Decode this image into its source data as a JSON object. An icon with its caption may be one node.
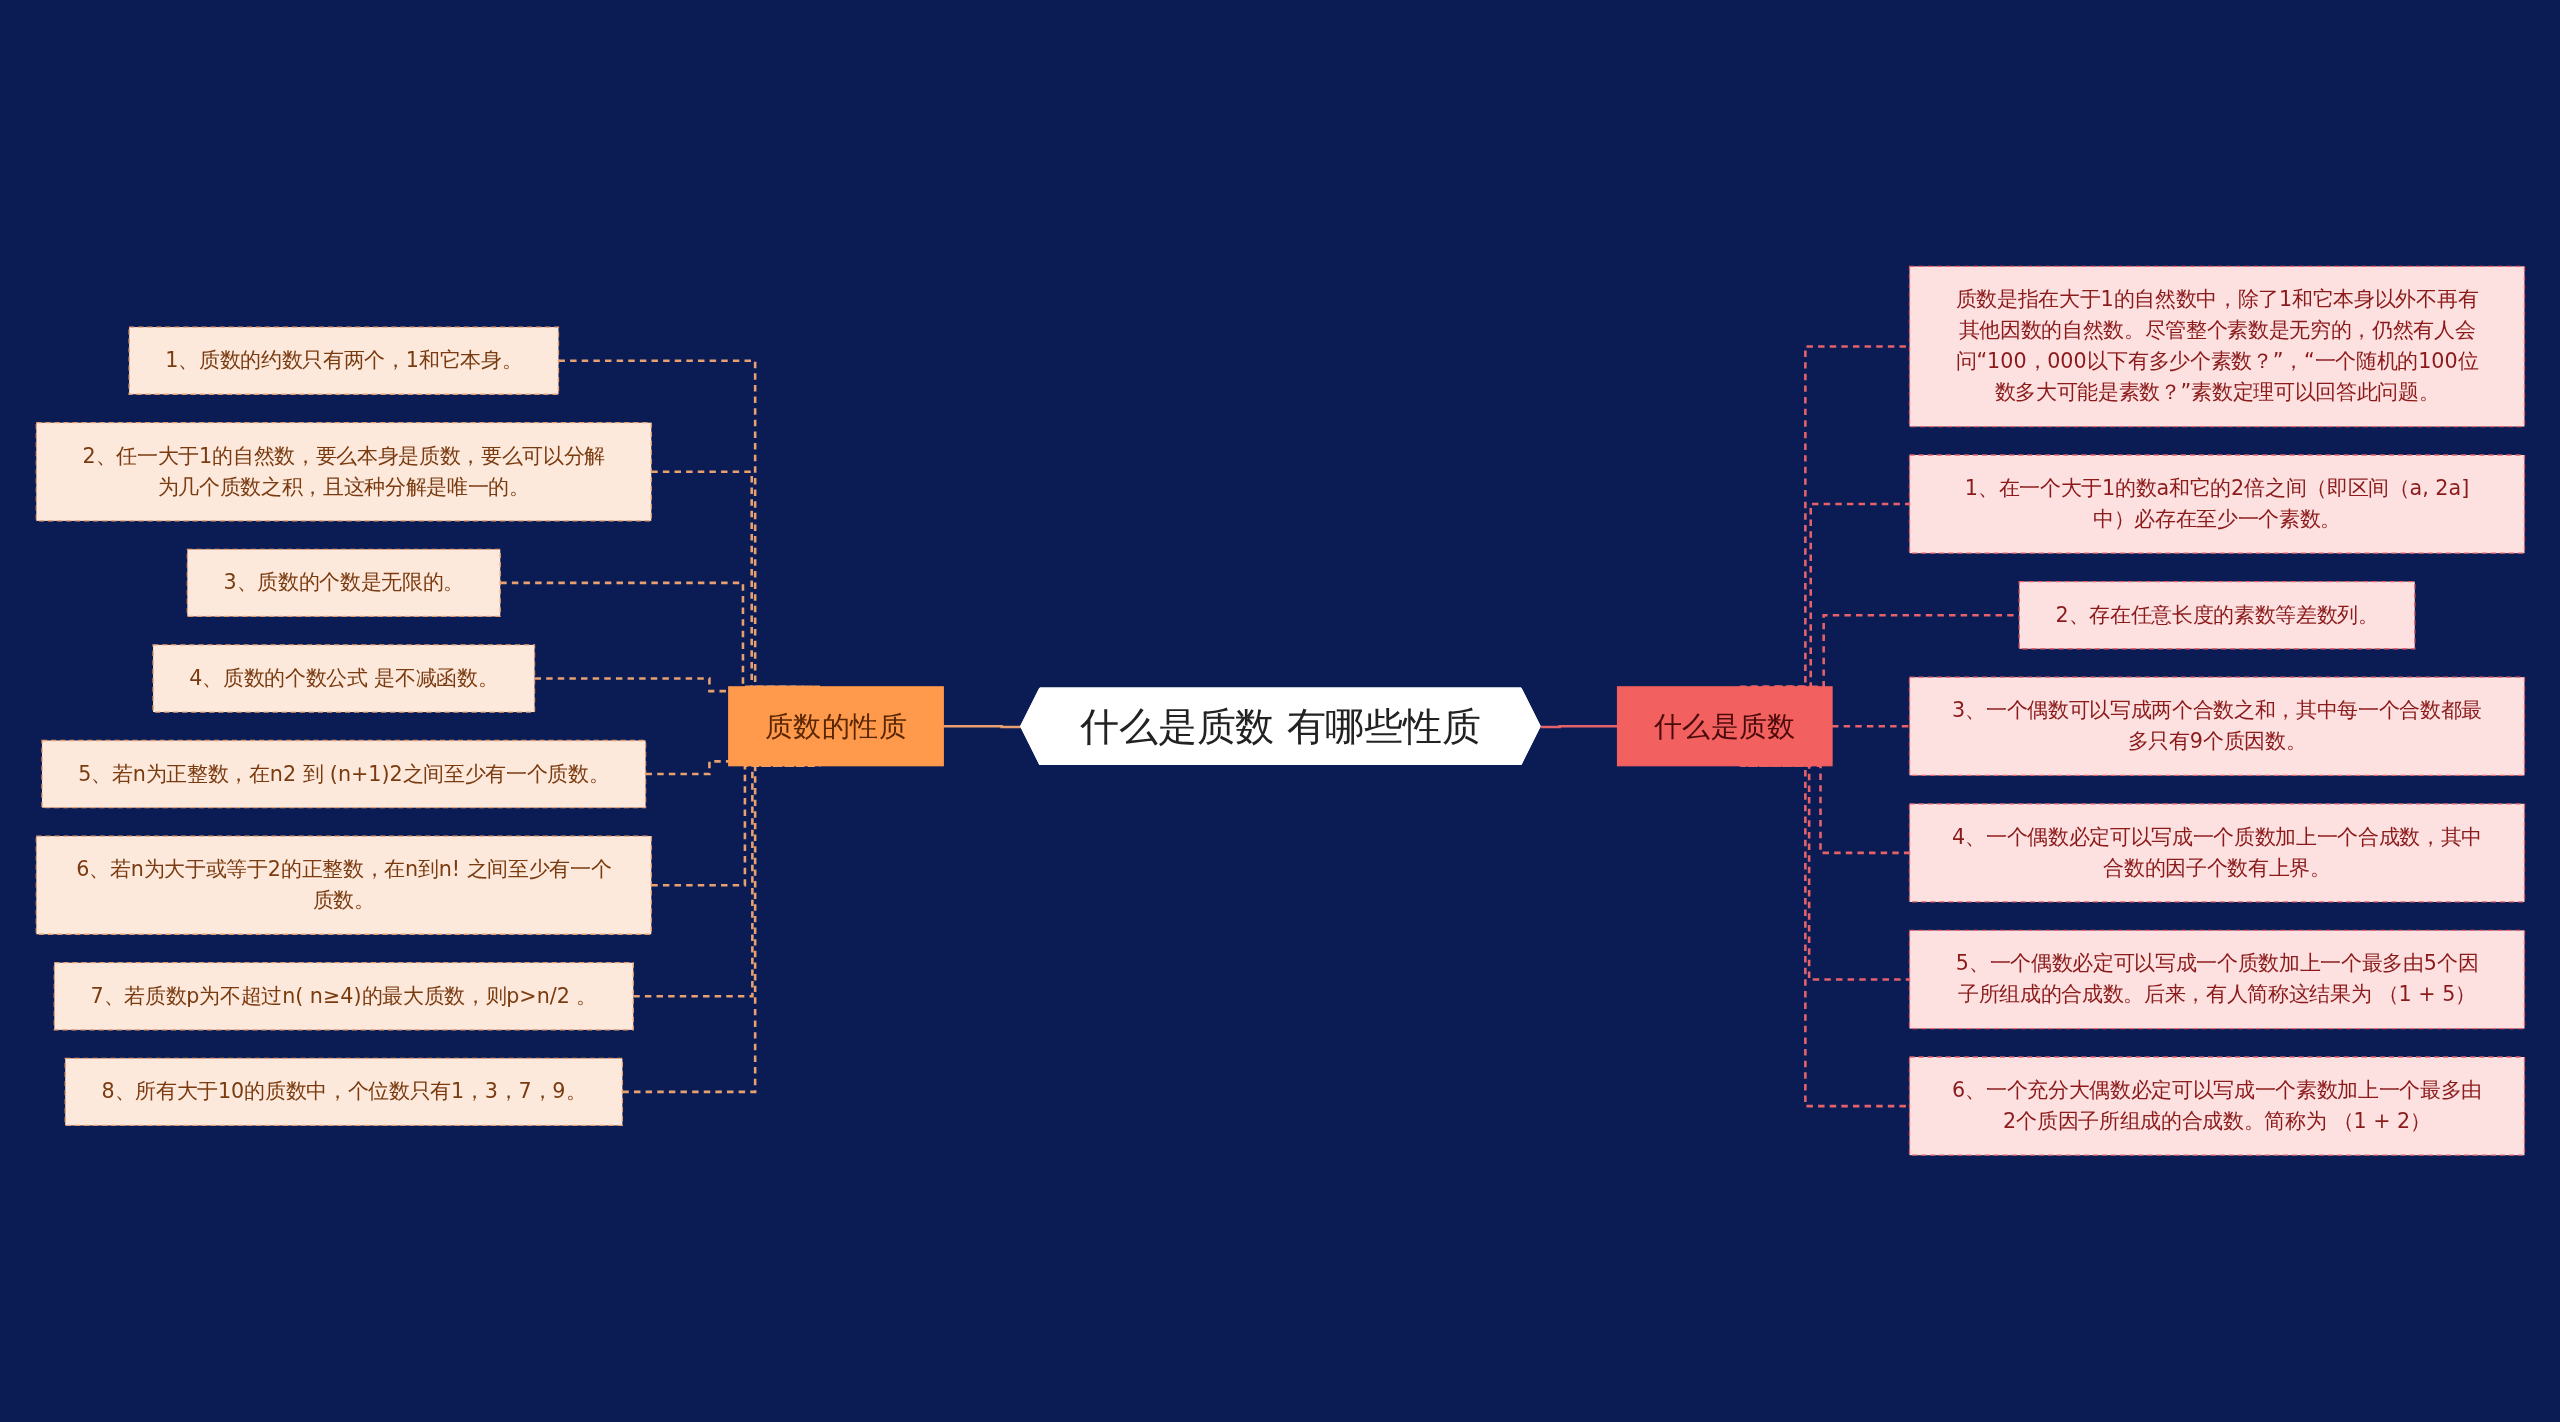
{
  "diagram": {
    "nodes": [
      {
        "text": [
          "什么是质数 有哪些性质"
        ]
      },
      {
        "text": [
          "质数的性质"
        ]
      },
      {
        "text": [
          "1、质数的约数只有两个，1和它本身。"
        ]
      },
      {
        "text": [
          "2、任一大于1的自然数，要么本身是质数，要么可以分解为几个质数之积，且这种分解是唯一的。"
        ]
      },
      {
        "text": [
          "3、质数的个数是无限的。"
        ]
      },
      {
        "text": [
          "4、质数的个数公式 是不减函数。"
        ]
      },
      {
        "text": [
          "5、若n为正整数，在n2 到 (n+1)2之间至少有一个质数。"
        ]
      },
      {
        "text": [
          "6、若n为大于或等于2的正整数，在n到n! 之间至少有一个质数。"
        ]
      },
      {
        "text": [
          "7、若质数p为不超过n( n≥4)的最大质数，则p>n/2 。"
        ]
      },
      {
        "text": [
          "8、所有大于10的质数中，个位数只有1，3，7，9。"
        ]
      },
      {
        "text": [
          "什么是质数"
        ]
      },
      {
        "text": [
          "质数是指在大于1的自然数中，除了1和它本身以外不再有其他因数的自然数。尽管整个素数是无穷的，仍然有人会问“100，000以下有多少个素数？”，“一个随机的100位数多大可能是素数？”素数定理可以回答此问题。"
        ]
      },
      {
        "text": [
          "1、在一个大于1的数a和它的2倍之间（即区间（a, 2a]中）必存在至少一个素数。"
        ]
      },
      {
        "text": [
          "2、存在任意长度的素数等差数列。"
        ]
      },
      {
        "text": [
          "3、一个偶数可以写成两个合数之和，其中每一个合数都最多只有9个质因数。"
        ]
      },
      {
        "text": [
          "4、一个偶数必定可以写成一个质数加上一个合成数，其中合数的因子个数有上界。"
        ]
      },
      {
        "text": [
          "5、一个偶数必定可以写成一个质数加上一个最多由5个因子所组成的合成数。后来，有人简称这结果为 （1 + 5）"
        ]
      },
      {
        "text": [
          "6、一个充分大偶数必定可以写成一个素数加上一个最多由2个质因子所组成的合成数。简称为 （1 + 2）"
        ]
      }
    ],
    "edges": [
      {
        "from": 2,
        "to": 1,
        "arrow": "none",
        "style": "dashed"
      },
      {
        "from": 3,
        "to": 1,
        "arrow": "none",
        "style": "dashed"
      },
      {
        "from": 4,
        "to": 1,
        "arrow": "none",
        "style": "dashed"
      },
      {
        "from": 5,
        "to": 1,
        "arrow": "none",
        "style": "dashed"
      },
      {
        "from": 6,
        "to": 1,
        "arrow": "none",
        "style": "dashed"
      },
      {
        "from": 7,
        "to": 1,
        "arrow": "none",
        "style": "dashed"
      },
      {
        "from": 8,
        "to": 1,
        "arrow": "none",
        "style": "dashed"
      },
      {
        "from": 9,
        "to": 1,
        "arrow": "none",
        "style": "dashed"
      },
      {
        "from": 1,
        "to": 0,
        "arrow": "none"
      },
      {
        "from": 0,
        "to": 10,
        "arrow": "none",
        "color": "#e5626a"
      },
      {
        "from": 10,
        "to": 11,
        "arrow": "none",
        "style": "dashed",
        "color": "#e5626a"
      },
      {
        "from": 10,
        "to": 12,
        "arrow": "none",
        "style": "dashed",
        "color": "#e5626a"
      },
      {
        "from": 10,
        "to": 13,
        "arrow": "none",
        "style": "dashed",
        "color": "#e5626a"
      },
      {
        "from": 10,
        "to": 14,
        "arrow": "none",
        "style": "dashed",
        "color": "#e5626a"
      },
      {
        "from": 10,
        "to": 15,
        "arrow": "none",
        "style": "dashed",
        "color": "#e5626a"
      },
      {
        "from": 10,
        "to": 16,
        "arrow": "none",
        "style": "dashed",
        "color": "#e5626a"
      },
      {
        "from": 10,
        "to": 17,
        "arrow": "none",
        "style": "dashed",
        "color": "#e5626a"
      }
    ]
  }
}
